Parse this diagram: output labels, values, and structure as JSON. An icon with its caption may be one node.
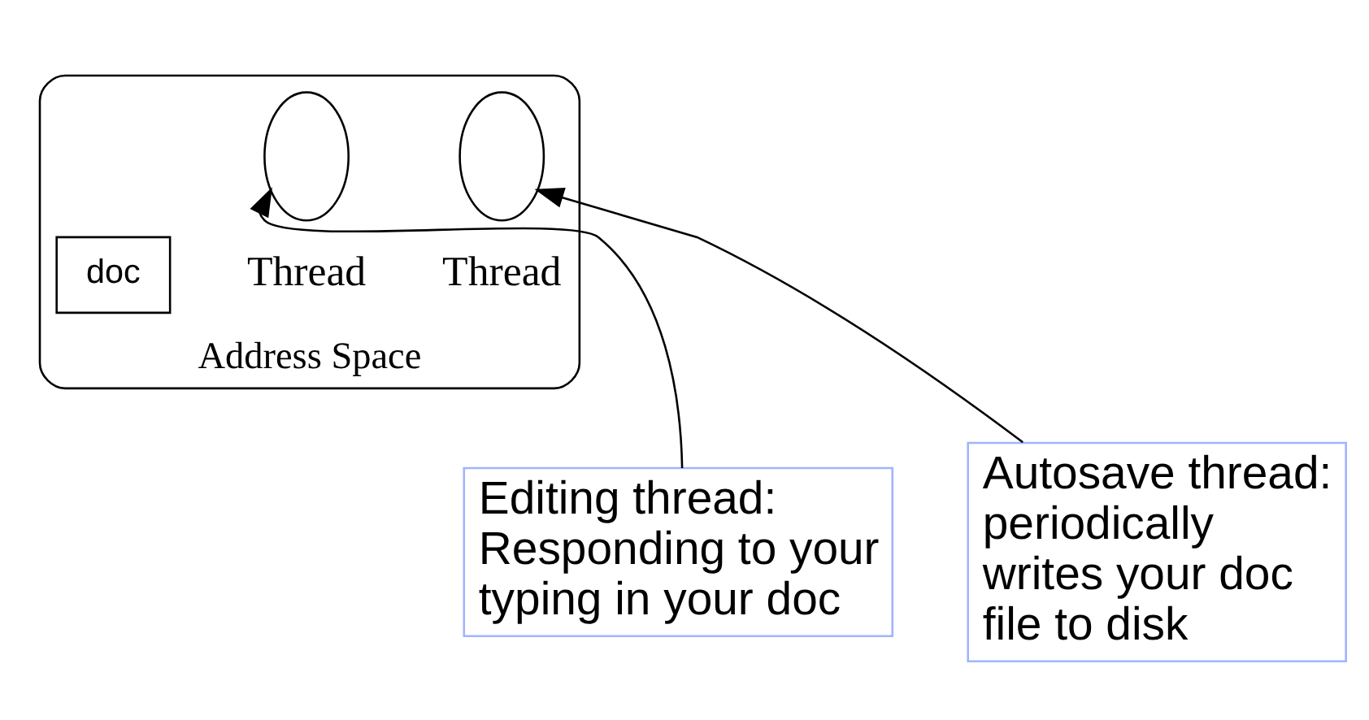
{
  "diagram": {
    "nodes": [
      {
        "text": [
          "Address Space"
        ]
      },
      {
        "text": [],
        "shape": "circle",
        "in": 0,
        "beside": [
          "Thread"
        ]
      },
      {
        "text": [],
        "shape": "circle",
        "in": 0,
        "beside": [
          "Thread"
        ]
      },
      {
        "text": [
          "doc"
        ],
        "in": 0
      },
      {
        "text": [
          "Editing thread: Responding to your typing in your doc"
        ]
      },
      {
        "text": [
          "Autosave thread: periodically writes your doc file to disk"
        ]
      }
    ],
    "edges": [
      {
        "from": 4,
        "to": 1,
        "arrow": "to"
      },
      {
        "from": 5,
        "to": 2,
        "arrow": "to"
      }
    ]
  }
}
